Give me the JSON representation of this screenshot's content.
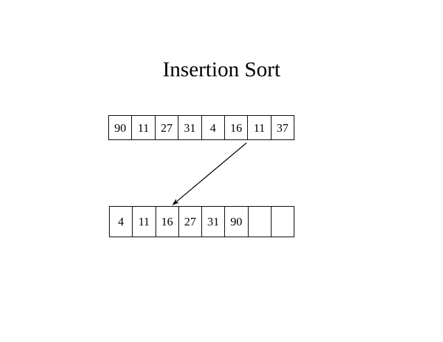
{
  "slide": {
    "title": "Insertion Sort",
    "background_color": "#ffffff",
    "text_color": "#000000",
    "border_color": "#000000"
  },
  "arrays": {
    "unsorted": {
      "name": "unsorted-array",
      "cells": [
        {
          "value": "90"
        },
        {
          "value": "11"
        },
        {
          "value": "27"
        },
        {
          "value": "31"
        },
        {
          "value": "4"
        },
        {
          "value": "16"
        },
        {
          "value": "11"
        },
        {
          "value": "37"
        }
      ]
    },
    "sorted": {
      "name": "sorted-array",
      "cells": [
        {
          "value": "4"
        },
        {
          "value": "11"
        },
        {
          "value": "16"
        },
        {
          "value": "27"
        },
        {
          "value": "31"
        },
        {
          "value": "90"
        },
        {
          "value": ""
        },
        {
          "value": ""
        }
      ]
    }
  },
  "annotation": {
    "arrow": {
      "name": "insertion-move-arrow",
      "from_cell_index": 5,
      "from_row": "unsorted",
      "to_cell_index": 2,
      "to_row": "sorted",
      "color": "#000000"
    }
  }
}
